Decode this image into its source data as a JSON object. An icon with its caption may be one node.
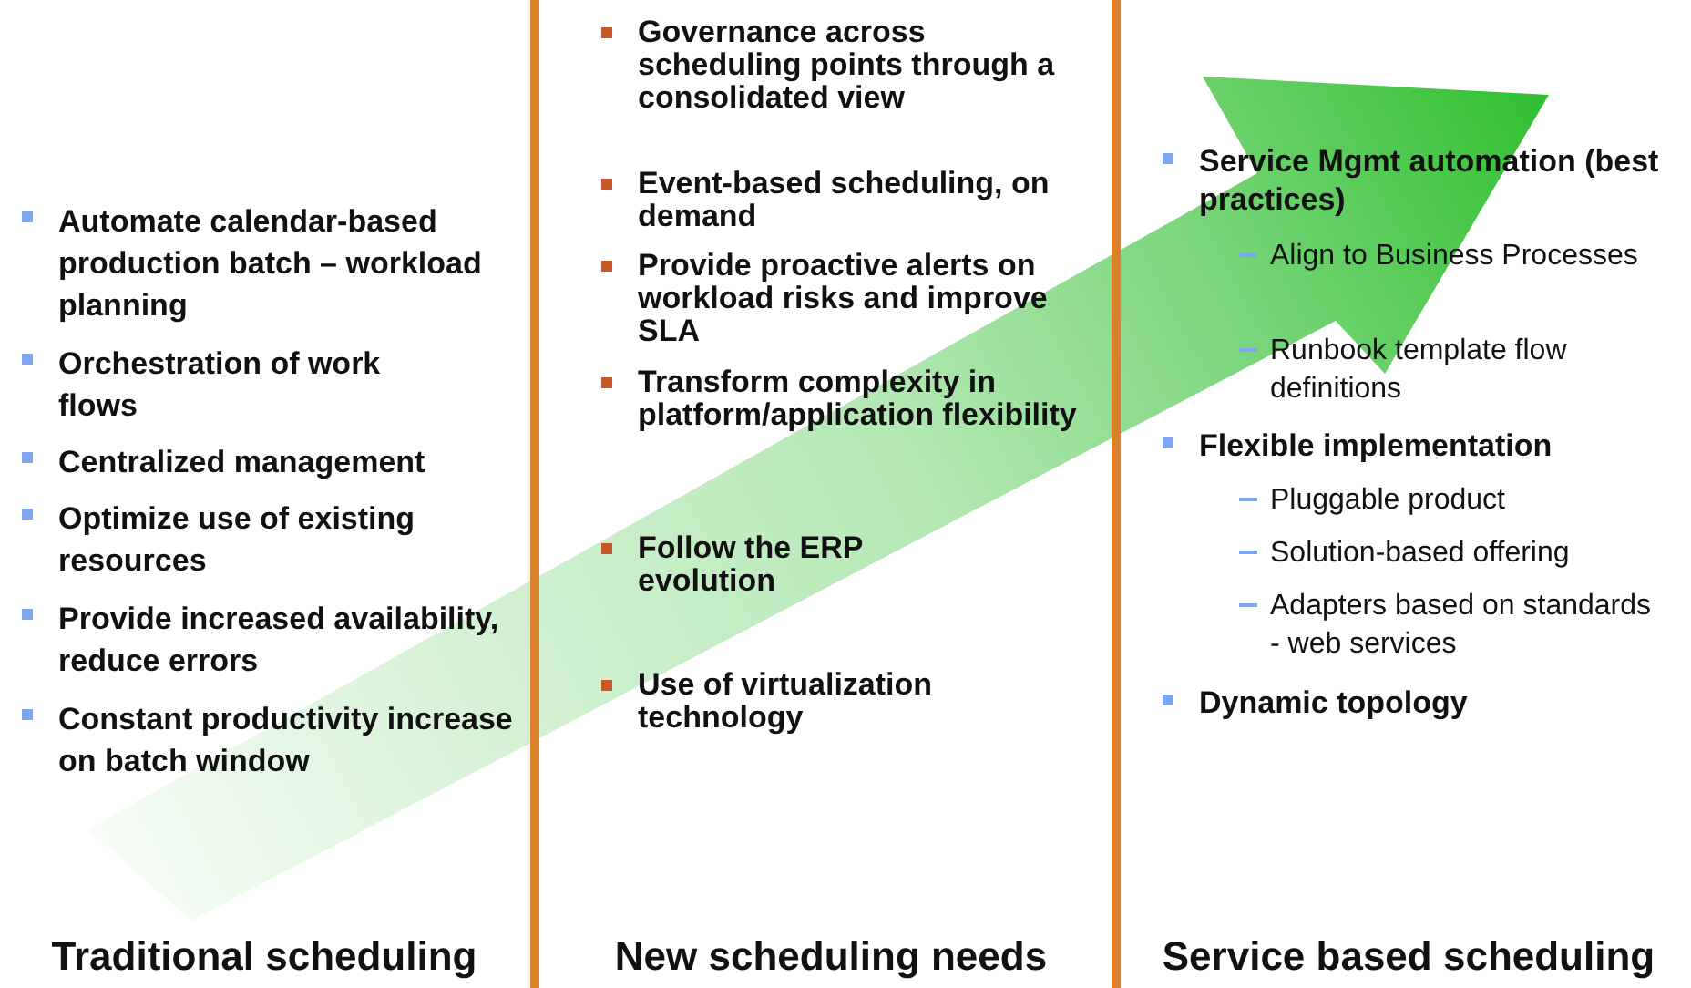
{
  "diagram": {
    "labels": [
      "Automate calendar-based production batch – workload planning",
      "Orchestration of work flows",
      "Centralized management",
      "Optimize use of existing resources",
      "Provide increased availability, reduce errors",
      "Constant productivity increase on batch window",
      "Traditional scheduling",
      "Governance across scheduling points through a consolidated view",
      "Event-based scheduling, on demand",
      "Provide proactive alerts on workload risks and improve SLA",
      "Transform complexity in platform/application flexibility",
      "Follow the ERP evolution",
      "Use of virtualization technology",
      "New scheduling needs",
      "Service Mgmt automation (best practices)",
      "Align to Business Processes",
      "Runbook template flow definitions",
      "Flexible implementation",
      "Pluggable  product",
      "Solution-based offering",
      "Adapters based on standards - web services",
      "Dynamic  topology",
      "Service based scheduling"
    ]
  }
}
